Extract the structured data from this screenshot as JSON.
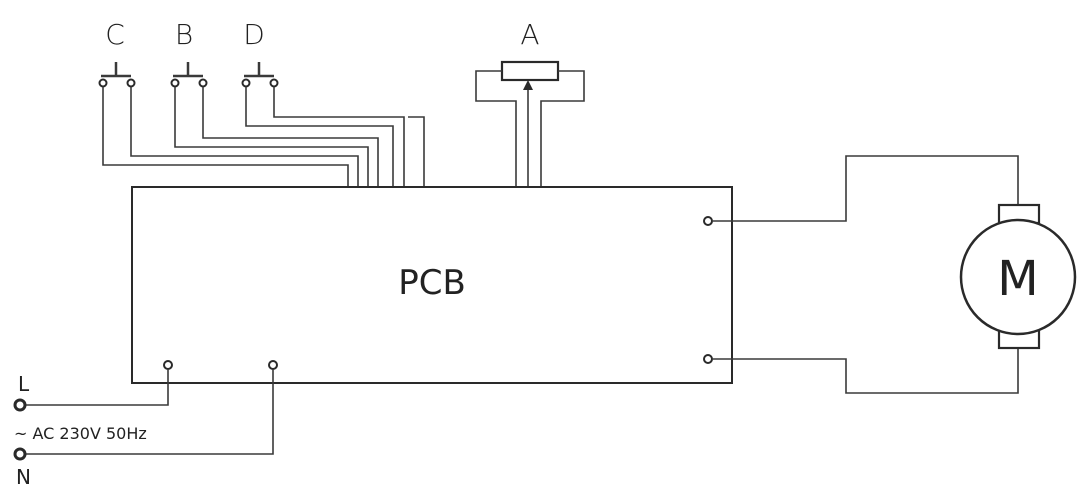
{
  "switches": [
    {
      "id": "switch-c",
      "label": "C"
    },
    {
      "id": "switch-b",
      "label": "B"
    },
    {
      "id": "switch-d",
      "label": "D"
    }
  ],
  "potentiometer": {
    "label": "A"
  },
  "pcb": {
    "label": "PCB"
  },
  "motor": {
    "label": "M"
  },
  "power": {
    "live_label": "L",
    "neutral_label": "N",
    "supply_label": "~ AC 230V 50Hz"
  }
}
